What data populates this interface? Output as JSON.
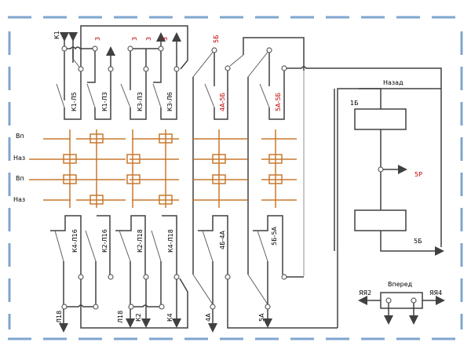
{
  "diagram": {
    "title": "Relay contact wiring diagram",
    "colors": {
      "wire": "#404040",
      "bus": "#c8782e",
      "frame": "#7fa6d0",
      "label_red": "#c00000"
    },
    "top_labels": {
      "k1": "К1",
      "t1": "3",
      "t2": "3",
      "t3": "3",
      "t4": "3",
      "t5b": "5Б"
    },
    "top_contacts": [
      "К1-Л5",
      "К1-Л3",
      "К3-Л3",
      "К3-Л6",
      "4А-5Б",
      "5А-5Б"
    ],
    "bus_rows": [
      "Вп",
      "Наз",
      "Вп",
      "Наз"
    ],
    "bottom_contacts": [
      "К4-Л16",
      "К2-Л16",
      "К2-Л18",
      "К4-Л18",
      "4Б-4А",
      "5Б-5А"
    ],
    "bottom_labels": {
      "l18a": "Л18",
      "l18b": "Л18",
      "k2": "К2",
      "k4": "К4",
      "a4": "4А",
      "a5": "5А"
    },
    "relay_block": {
      "title": "Назад",
      "top_coil_label": "1Б",
      "mid_output": "5Р",
      "bottom_label": "5Б"
    },
    "forward_block": {
      "title": "Вперед",
      "left": "ЯЯ2",
      "right": "ЯЯ4"
    }
  }
}
